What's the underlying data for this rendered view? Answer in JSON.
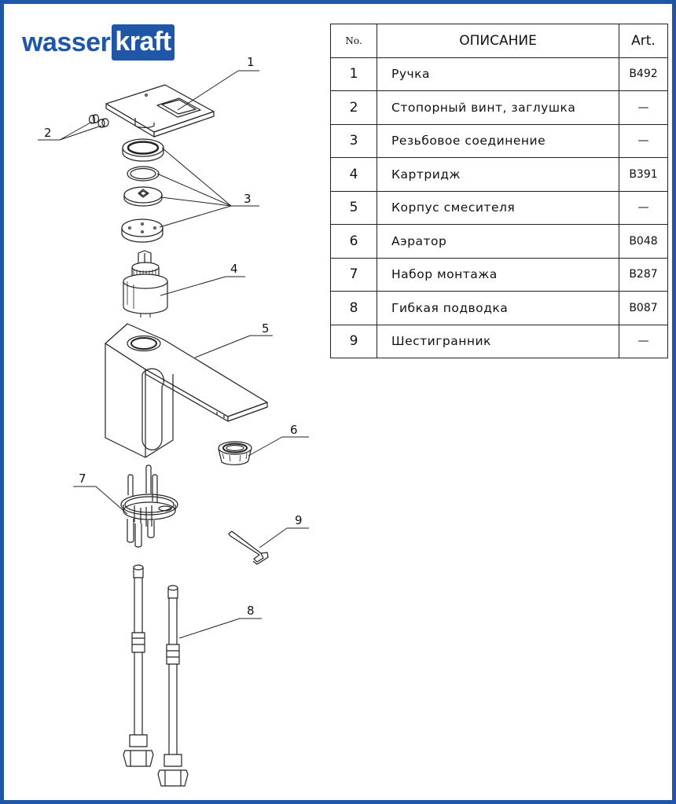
{
  "brand": {
    "part1": "wasser",
    "part2": "kraft"
  },
  "table": {
    "headers": {
      "no": "No.",
      "description": "ОПИСАНИЕ",
      "art": "Art."
    },
    "rows": [
      {
        "no": "1",
        "description": "Ручка",
        "art": "B492"
      },
      {
        "no": "2",
        "description": "Стопорный винт, заглушка",
        "art": "—"
      },
      {
        "no": "3",
        "description": "Резьбовое соединение",
        "art": "—"
      },
      {
        "no": "4",
        "description": "Картридж",
        "art": "B391"
      },
      {
        "no": "5",
        "description": "Корпус смесителя",
        "art": "—"
      },
      {
        "no": "6",
        "description": "Аэратор",
        "art": "B048"
      },
      {
        "no": "7",
        "description": "Набор монтажа",
        "art": "B287"
      },
      {
        "no": "8",
        "description": "Гибкая подводка",
        "art": "B087"
      },
      {
        "no": "9",
        "description": "Шестигранник",
        "art": "—"
      }
    ]
  },
  "callouts": [
    "1",
    "2",
    "3",
    "4",
    "5",
    "6",
    "7",
    "8",
    "9"
  ],
  "colors": {
    "brand_blue": "#1f56a8",
    "line": "#222222"
  }
}
